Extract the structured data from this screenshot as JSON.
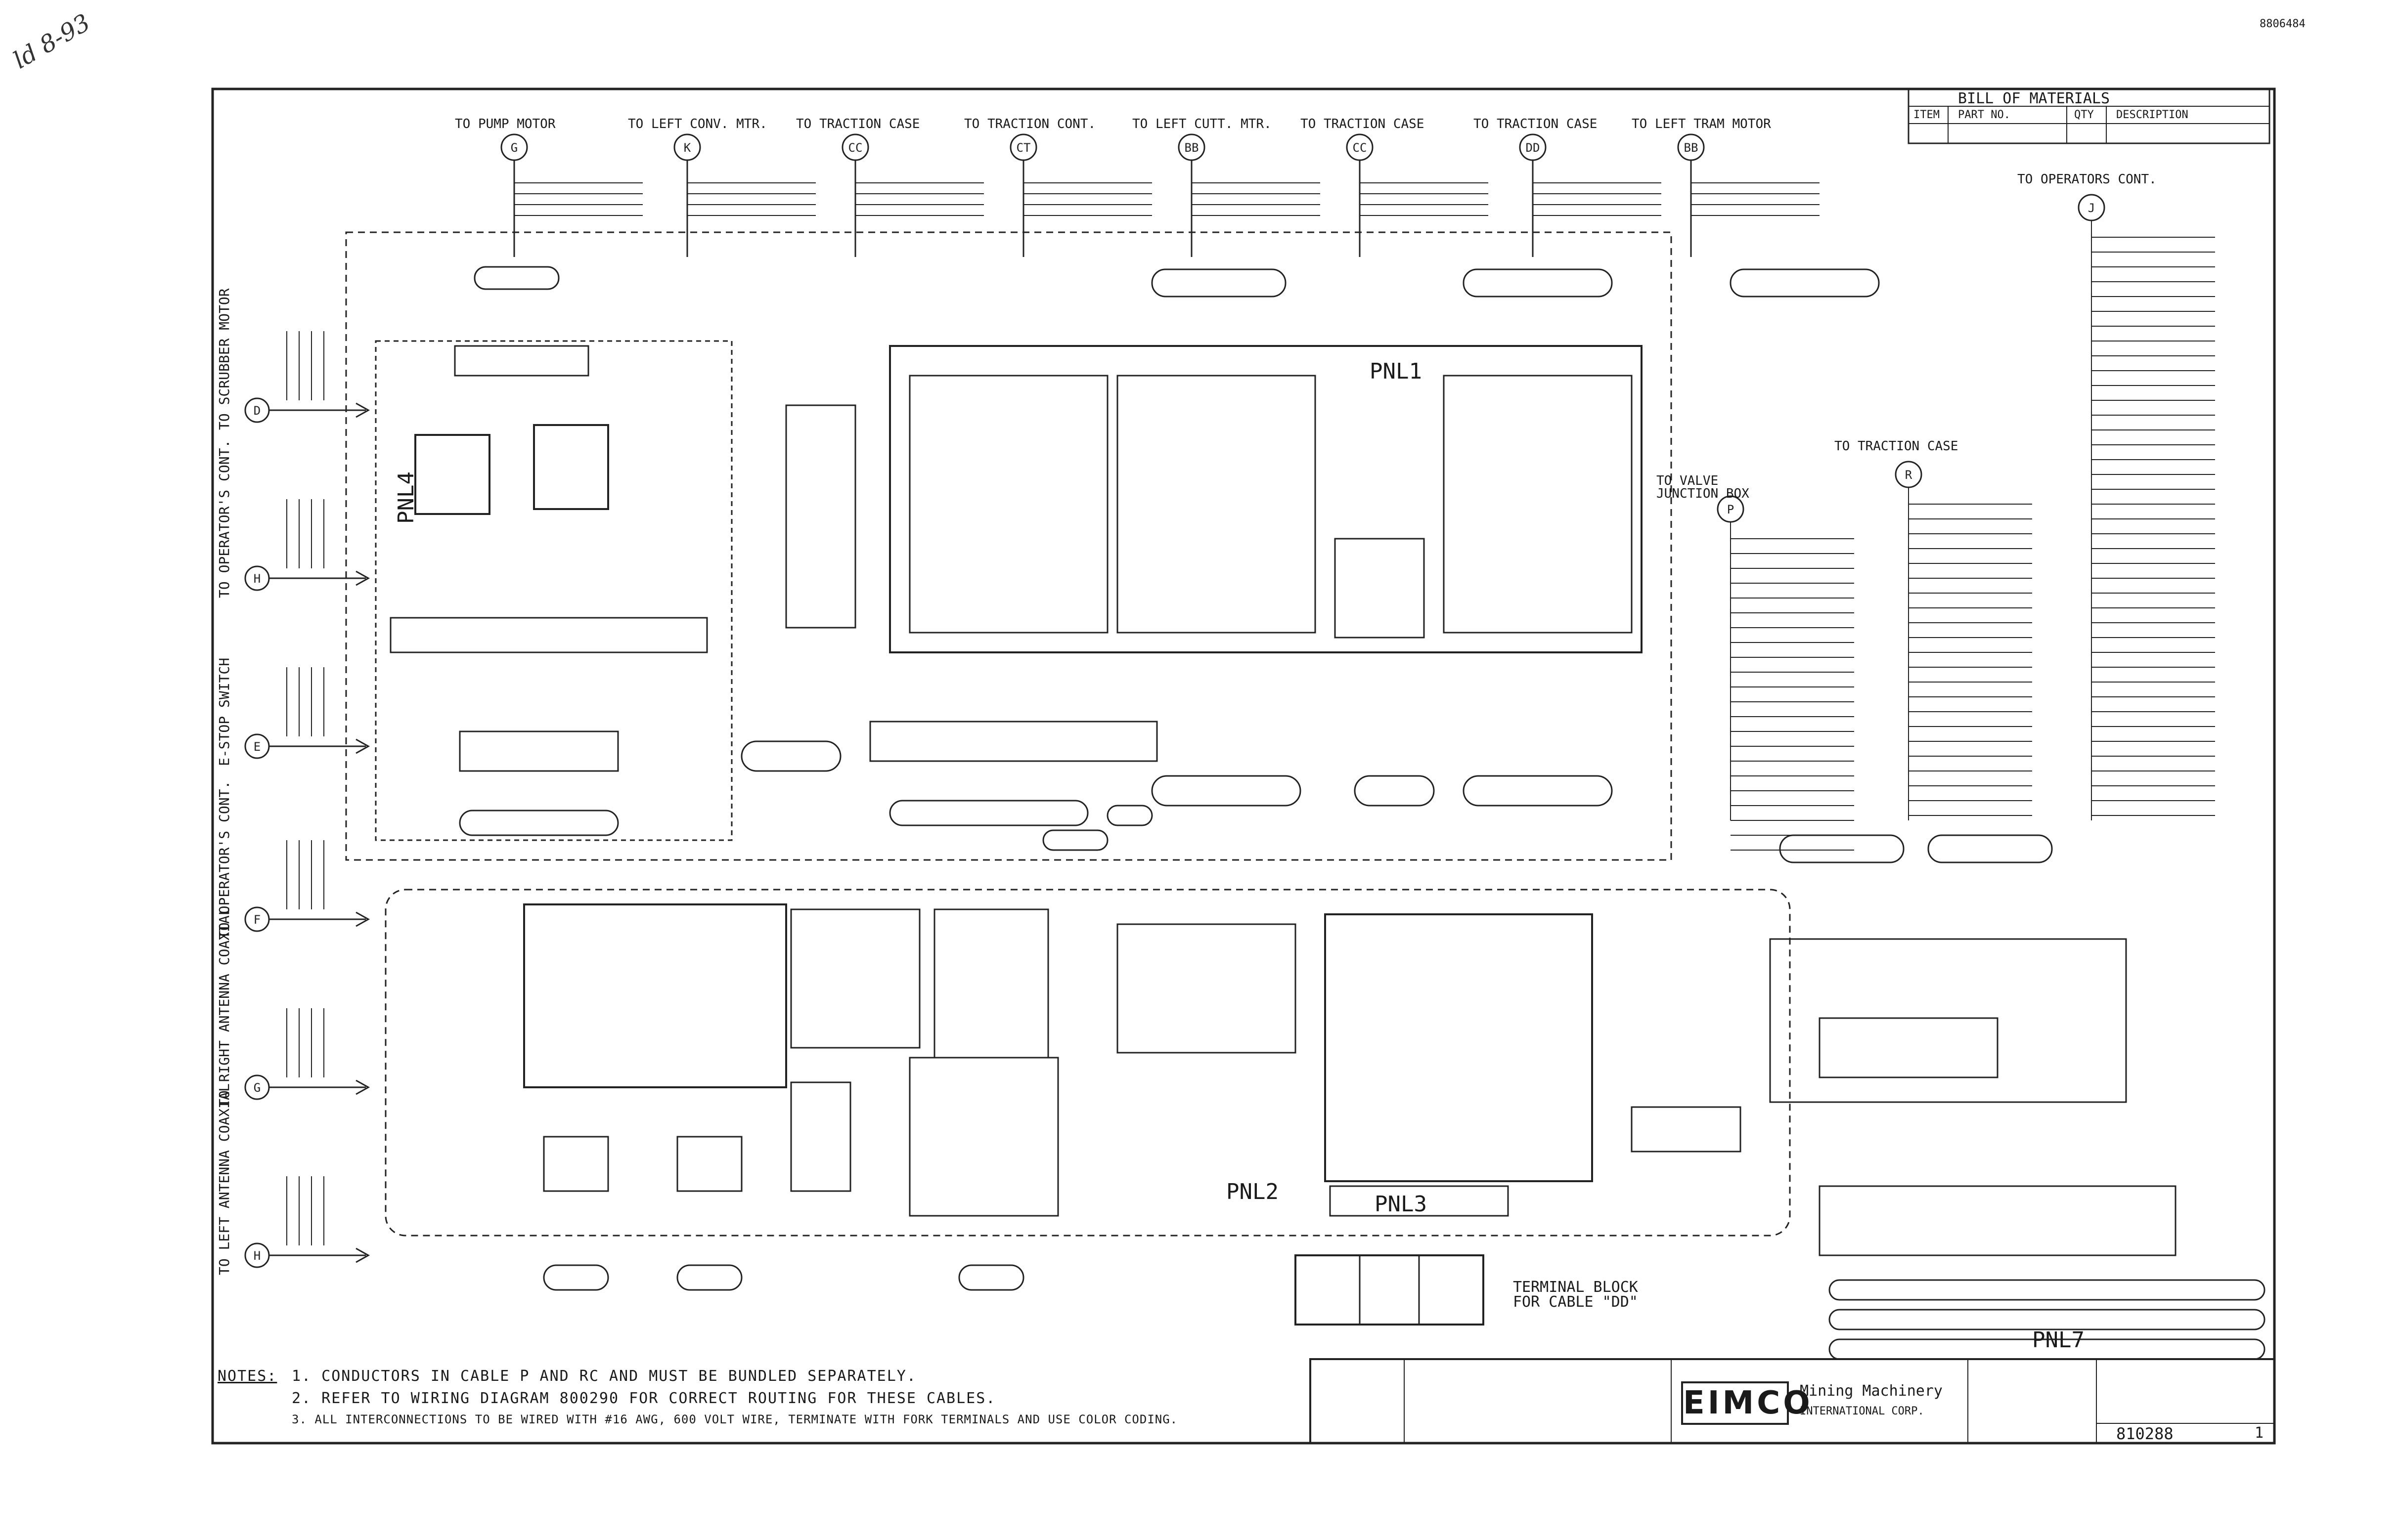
{
  "doc_ref": "8806484",
  "handwritten_note": "ld 8-93",
  "top_destinations": [
    {
      "label": "TO PUMP MOTOR",
      "bubble": "G"
    },
    {
      "label": "TO LEFT CONV. MTR.",
      "bubble": "K"
    },
    {
      "label": "TO TRACTION CASE",
      "bubble": "CC"
    },
    {
      "label": "TO TRACTION CONT.",
      "bubble": "CT"
    },
    {
      "label": "TO LEFT CUTT. MTR.",
      "bubble": "BB"
    },
    {
      "label": "TO TRACTION CASE",
      "bubble": "CC"
    },
    {
      "label": "TO TRACTION CASE",
      "bubble": "DD"
    },
    {
      "label": "TO LEFT TRAM MOTOR",
      "bubble": "BB"
    }
  ],
  "left_destinations": [
    {
      "label": "TO SCRUBBER MOTOR",
      "bubble": "D"
    },
    {
      "label": "TO OPERATOR'S CONT.",
      "bubble": "H"
    },
    {
      "label": "E-STOP SWITCH",
      "bubble": "E"
    },
    {
      "label": "TO OPERATOR'S CONT.",
      "bubble": "F"
    },
    {
      "label": "TO RIGHT ANTENNA COAXIAL",
      "bubble": "G"
    },
    {
      "label": "TO LEFT ANTENNA COAXIAL",
      "bubble": "H"
    }
  ],
  "right_destinations": [
    {
      "label": "TO OPERATORS CONT.",
      "bubble": "J"
    },
    {
      "label": "TO TRACTION CASE",
      "bubble": "R"
    },
    {
      "label": "TO VALVE JUNCTION BOX",
      "bubble": "P"
    }
  ],
  "panels": {
    "pnl1": "PNL1",
    "pnl2": "PNL2",
    "pnl3": "PNL3",
    "pnl4": "PNL4",
    "pnl7": "PNL7"
  },
  "terminal_note": "TERMINAL BLOCK FOR CABLE \"DD\"",
  "bom": {
    "title": "BILL OF MATERIALS",
    "headers": [
      "ITEM",
      "PART NO.",
      "QTY",
      "DESCRIPTION"
    ]
  },
  "notes": {
    "label": "NOTES:",
    "lines": [
      "1. CONDUCTORS IN CABLE P AND RC AND MUST BE BUNDLED SEPARATELY.",
      "2. REFER TO WIRING DIAGRAM 800290 FOR CORRECT ROUTING FOR THESE CABLES.",
      "3. ALL INTERCONNECTIONS TO BE WIRED WITH #16 AWG, 600 VOLT WIRE, TERMINATE WITH FORK TERMINALS AND USE COLOR CODING."
    ]
  },
  "title_block": {
    "company": "EIMCO",
    "subtitle": "Mining Machinery",
    "subtitle2": "INTERNATIONAL CORP.",
    "drawing_no": "810288",
    "sheet": "1"
  }
}
